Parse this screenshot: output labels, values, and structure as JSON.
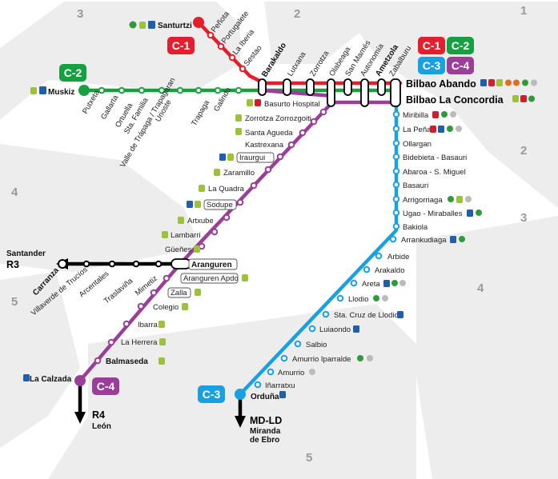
{
  "zones": [
    "1",
    "2",
    "3",
    "4",
    "5"
  ],
  "lines": {
    "c1": {
      "label": "C-1",
      "color": "#e31e2d"
    },
    "c2": {
      "label": "C-2",
      "color": "#17a03f"
    },
    "c3": {
      "label": "C-3",
      "color": "#19a0e0"
    },
    "c4": {
      "label": "C-4",
      "color": "#9a3e9a"
    },
    "r3": {
      "label": "R3",
      "dest": "Santander"
    },
    "r4": {
      "label": "R4",
      "dest": "León"
    },
    "mdld": {
      "label": "MD-LD",
      "dest1": "Miranda",
      "dest2": "de Ebro"
    }
  },
  "hubs": {
    "abando": "Bilbao Abando",
    "concordia": "Bilbao La Concordia"
  },
  "stations": {
    "c1_top": "Santurtzi",
    "c1": [
      "Peñota",
      "Portugalete",
      "La Iberia",
      "Sestao"
    ],
    "shared_main": [
      "Barakaldo",
      "Lutxana",
      "Zorrotza",
      "Olabeaga",
      "San Mamés",
      "Autonomía",
      "Ametzola",
      "Zabalburu"
    ],
    "c2_west": "Muskiz",
    "c2": [
      "Putxeta",
      "Gallarta",
      "Ortuella",
      "Sta. Familia",
      "Urioste",
      "Valle de Trápaga / Trapagaran",
      "Trapaga",
      "Galindo"
    ],
    "c4": [
      "Basurto Hospital",
      "Zorrotza Zorrozgoiti",
      "Santa Agueda",
      "Kastrexana",
      "Iraurgui",
      "Zaramillo",
      "La Quadra",
      "Sodupe",
      "Artxube",
      "Lambarri",
      "Güeñes",
      "Aranguren",
      "Aranguren Apdo",
      "Zalla",
      "Colegio",
      "Ibarra",
      "La Herrera",
      "Balmaseda",
      "La Calzada"
    ],
    "r3": [
      "Carranza",
      "Villaverde de Trucíos",
      "Arcentales",
      "Traslaviña",
      "Mimetiz"
    ],
    "c3": [
      "Miribilla",
      "La Peña",
      "Ollargan",
      "Bidebieta - Basauri",
      "Abaroa - S. Miguel",
      "Basauri",
      "Arrigorriaga",
      "Ugao - Miraballes",
      "Bakiola",
      "Arrankudiaga",
      "Arbide",
      "Arakaldo",
      "Areta",
      "Llodio",
      "Sta. Cruz de Llodio",
      "Luiaondo",
      "Salbio",
      "Amurrio Iparralde",
      "Amurrio",
      "Iñarratxu",
      "Orduña"
    ]
  },
  "icons": [
    "parking-icon",
    "bus-icon",
    "accessible-icon",
    "train-icon",
    "bike-icon",
    "ticket-icon"
  ]
}
